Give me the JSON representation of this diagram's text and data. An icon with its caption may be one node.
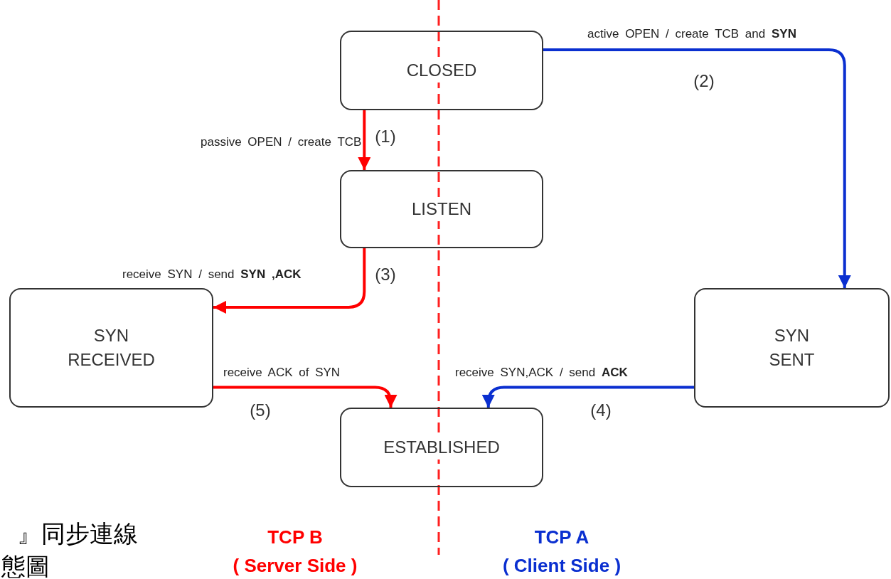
{
  "diagram": {
    "nodes": [
      {
        "text": [
          "CLOSED"
        ]
      },
      {
        "text": [
          "LISTEN"
        ]
      },
      {
        "text": [
          "SYN RECEIVED"
        ]
      },
      {
        "text": [
          "SYN SENT"
        ]
      },
      {
        "text": [
          "ESTABLISHED"
        ]
      }
    ],
    "edges": [
      {
        "from": 0,
        "to": 1,
        "arrow": "to",
        "label": "passive OPEN / create TCB"
      },
      {
        "from": 0,
        "to": 3,
        "arrow": "to",
        "label": "active OPEN / create TCB and **SYN**",
        "color": "#0a2fd0"
      },
      {
        "from": 1,
        "to": 2,
        "arrow": "to",
        "label": "receive SYN / send **SYN ,ACK**"
      },
      {
        "from": 3,
        "to": 4,
        "arrow": "to",
        "label": "receive SYN,ACK / send **ACK**",
        "color": "#0a2fd0"
      },
      {
        "from": 2,
        "to": 4,
        "arrow": "to",
        "label": "receive ACK of SYN"
      }
    ],
    "labels": [
      "(1)",
      "(2)",
      "(3)",
      "(4)",
      "(5)",
      "TCP B",
      "( Server Side )",
      "TCP A",
      "( Client Side )",
      "』同步連線",
      "態圖"
    ]
  }
}
